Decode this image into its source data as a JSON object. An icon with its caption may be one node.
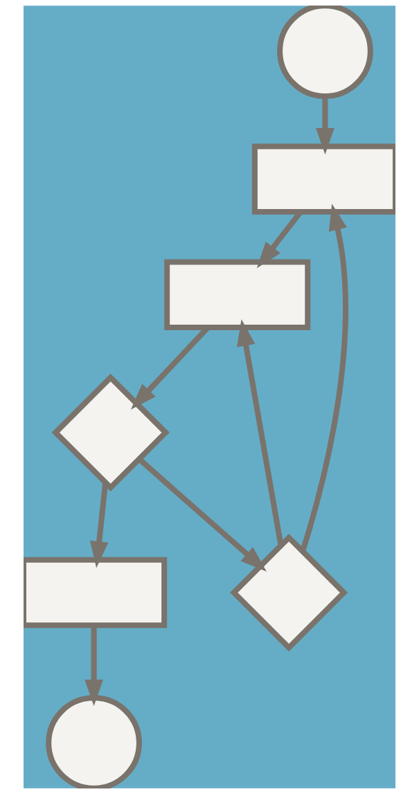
{
  "diagram": {
    "nodes": [
      {
        "text": [],
        "shape": "circle"
      },
      {
        "text": [],
        "shape": "box"
      },
      {
        "text": [],
        "shape": "box"
      },
      {
        "text": [],
        "shape": "diamond"
      },
      {
        "text": [],
        "shape": "diamond"
      },
      {
        "text": [],
        "shape": "box"
      },
      {
        "text": [],
        "shape": "circle"
      }
    ],
    "edges": [
      {
        "from": 0,
        "to": 1,
        "arrow": "to"
      },
      {
        "from": 1,
        "to": 2,
        "arrow": "to"
      },
      {
        "from": 2,
        "to": 4,
        "arrow": "to"
      },
      {
        "from": 4,
        "to": 3,
        "arrow": "to"
      },
      {
        "from": 3,
        "to": 2,
        "arrow": "to"
      },
      {
        "from": 3,
        "to": 1,
        "arrow": "to"
      },
      {
        "from": 4,
        "to": 5,
        "arrow": "to"
      },
      {
        "from": 5,
        "to": 6,
        "arrow": "to"
      }
    ]
  }
}
